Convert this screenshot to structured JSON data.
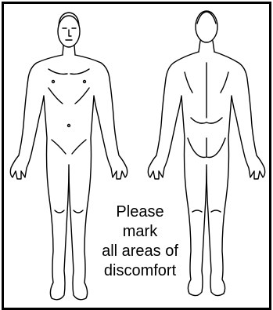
{
  "instruction": {
    "lines": [
      "Please",
      "mark",
      "all areas of",
      "discomfort"
    ]
  },
  "colors": {
    "line": "#000000",
    "background": "#ffffff"
  },
  "figures": [
    "front-view",
    "back-view"
  ]
}
